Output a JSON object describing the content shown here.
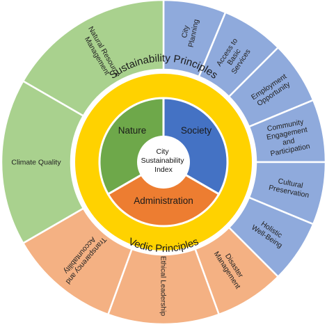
{
  "center": {
    "lines": [
      "City",
      "Sustainability",
      "Index"
    ]
  },
  "inner": {
    "nature": {
      "label": "Nature",
      "color": "#6ea84a"
    },
    "society": {
      "label": "Society",
      "color": "#4472c4"
    },
    "administration": {
      "label": "Administration",
      "color": "#ed7d31"
    }
  },
  "ring": {
    "color": "#ffd200",
    "top_label": "Sustainability Principles",
    "bottom_label": "Vedic Principles"
  },
  "outer": {
    "nature_color": "#a9d18e",
    "society_color": "#8faadc",
    "administration_color": "#f4b183",
    "segments": [
      {
        "group": "society",
        "lines": [
          "City",
          "Planning"
        ]
      },
      {
        "group": "society",
        "lines": [
          "Access to",
          "Basic",
          "Services"
        ]
      },
      {
        "group": "society",
        "lines": [
          "Employment",
          "Opportunity"
        ]
      },
      {
        "group": "society",
        "lines": [
          "Community",
          "Engagement",
          "and",
          "Participation"
        ]
      },
      {
        "group": "society",
        "lines": [
          "Cultural",
          "Preservation"
        ]
      },
      {
        "group": "society",
        "lines": [
          "Holistic",
          "Well-Being"
        ]
      },
      {
        "group": "administration",
        "lines": [
          "Disaster",
          "Management"
        ]
      },
      {
        "group": "administration",
        "lines": [
          "Ethical Leadership"
        ]
      },
      {
        "group": "administration",
        "lines": [
          "Transparency and",
          "Accountability"
        ]
      },
      {
        "group": "nature",
        "lines": [
          "Climate Quality"
        ]
      },
      {
        "group": "nature",
        "lines": [
          "Natural Resource",
          "Management"
        ]
      }
    ]
  }
}
